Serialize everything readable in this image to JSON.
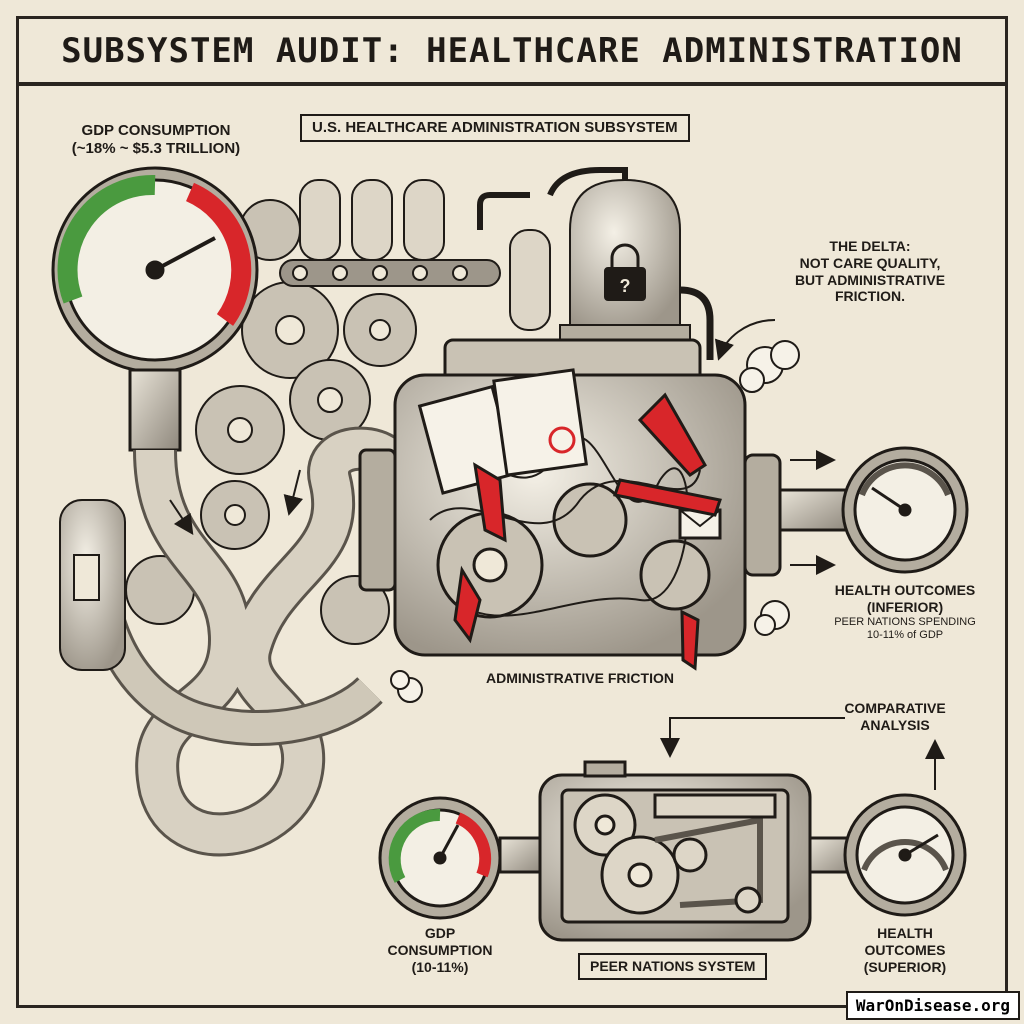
{
  "title": "SUBSYSTEM AUDIT: HEALTHCARE ADMINISTRATION",
  "us_system": {
    "label": "U.S. HEALTHCARE ADMINISTRATION SUBSYSTEM",
    "gdp_gauge_line1": "GDP CONSUMPTION",
    "gdp_gauge_line2": "(~18% ~ $5.3 TRILLION)",
    "engine_label": "ADMINISTRATIVE FRICTION",
    "outcome_line1": "HEALTH OUTCOMES",
    "outcome_line2": "(INFERIOR)"
  },
  "delta_note": {
    "line1": "THE DELTA:",
    "line2": "NOT CARE QUALITY,",
    "line3": "BUT ADMINISTRATIVE",
    "line4": "FRICTION."
  },
  "peer_note": {
    "line1": "PEER NATIONS SPENDING",
    "line2": "10-11% of GDP"
  },
  "comparison": {
    "line1": "COMPARATIVE",
    "line2": "ANALYSIS"
  },
  "peer_system": {
    "label": "PEER NATIONS SYSTEM",
    "gdp_line1": "GDP",
    "gdp_line2": "CONSUMPTION",
    "gdp_line3": "(10-11%)",
    "outcome_line1": "HEALTH",
    "outcome_line2": "OUTCOMES",
    "outcome_line3": "(SUPERIOR)"
  },
  "watermark": "WarOnDisease.org",
  "colors": {
    "ink": "#1f1b17",
    "paper": "#efe8d8",
    "red_tape": "#d8262a",
    "gauge_green": "#4a9a3f",
    "gauge_red": "#d8262a"
  }
}
